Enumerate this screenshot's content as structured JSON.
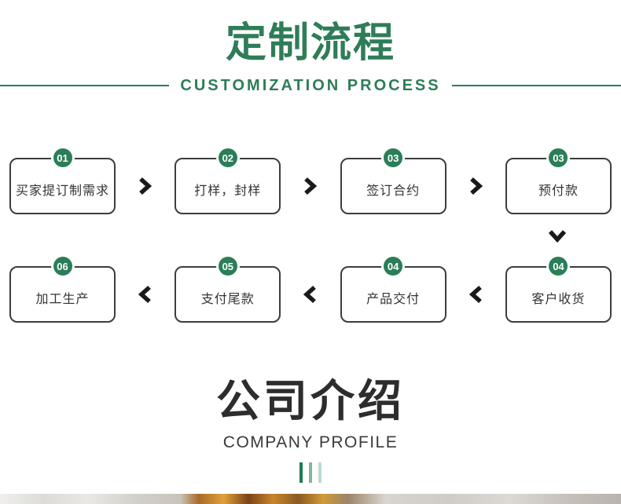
{
  "customization": {
    "title": "定制流程",
    "subtitle": "CUSTOMIZATION PROCESS",
    "rows": [
      {
        "flow_direction": "right",
        "steps": [
          {
            "num": "01",
            "label": "买家提订制需求"
          },
          {
            "num": "02",
            "label": "打样，封样"
          },
          {
            "num": "03",
            "label": "签订合约"
          },
          {
            "num": "03",
            "label": "预付款"
          }
        ]
      },
      {
        "flow_direction": "left",
        "steps": [
          {
            "num": "06",
            "label": "加工生产"
          },
          {
            "num": "05",
            "label": "支付尾款"
          },
          {
            "num": "04",
            "label": "产品交付"
          },
          {
            "num": "04",
            "label": "客户收货"
          }
        ]
      }
    ]
  },
  "company": {
    "title": "公司介绍",
    "subtitle": "COMPANY PROFILE"
  },
  "icons": {
    "arrow-right-icon": "bold black chevron pointing right",
    "arrow-left-icon": "bold black chevron pointing left",
    "arrow-down-icon": "bold black chevron pointing down",
    "accent-bars-icon": "three vertical green bars, dark to light"
  },
  "colors": {
    "accent_green": "#2e7d58",
    "badge_green": "#2b7e57",
    "card_border": "#3d3d3d",
    "card_text": "#333333",
    "arrow_black": "#1a1a1a",
    "heading_dark": "#2d2d2d",
    "bar_dark": "#1e7a55",
    "bar_medium": "#7fb79d",
    "bar_light": "#bcdacb"
  }
}
